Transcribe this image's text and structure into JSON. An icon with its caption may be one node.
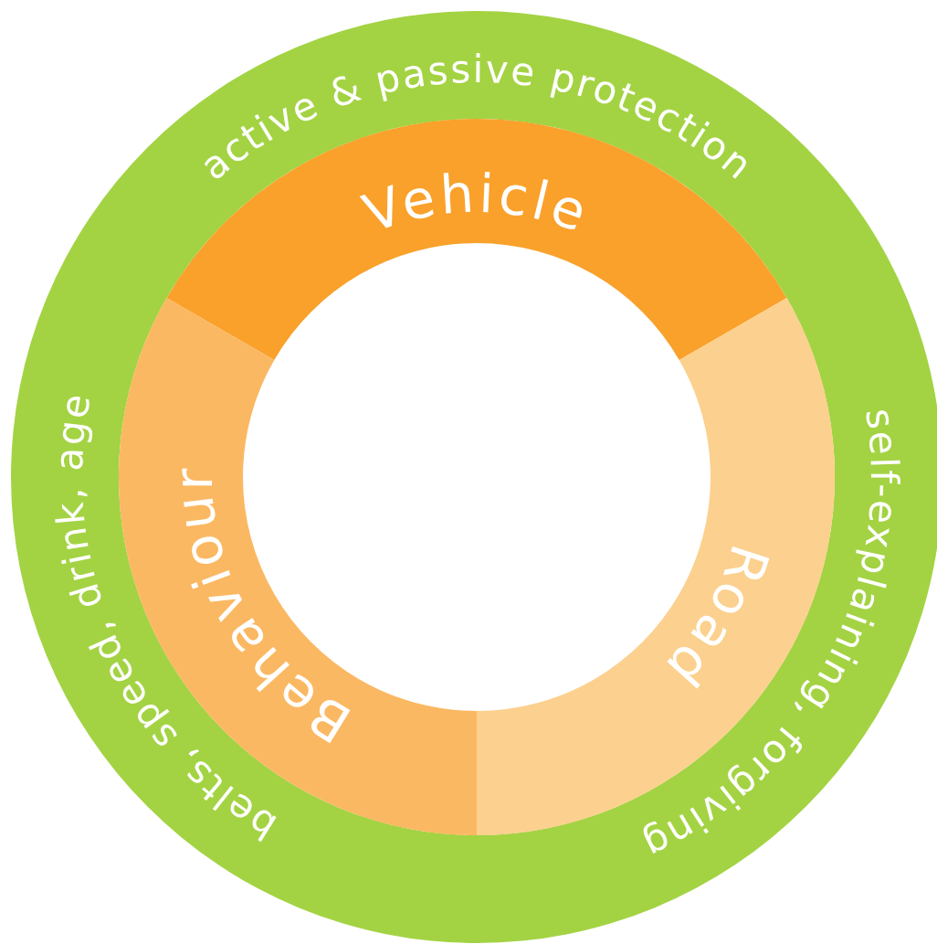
{
  "diagram": {
    "nodes": [
      {
        "text": [
          "Vehicle"
        ]
      },
      {
        "text": [
          "Road"
        ]
      },
      {
        "text": [
          "Behaviour"
        ]
      }
    ],
    "labels": [
      "active & passive protection",
      "self-explaining, forgiving",
      "belts, speed, drink, age"
    ]
  }
}
